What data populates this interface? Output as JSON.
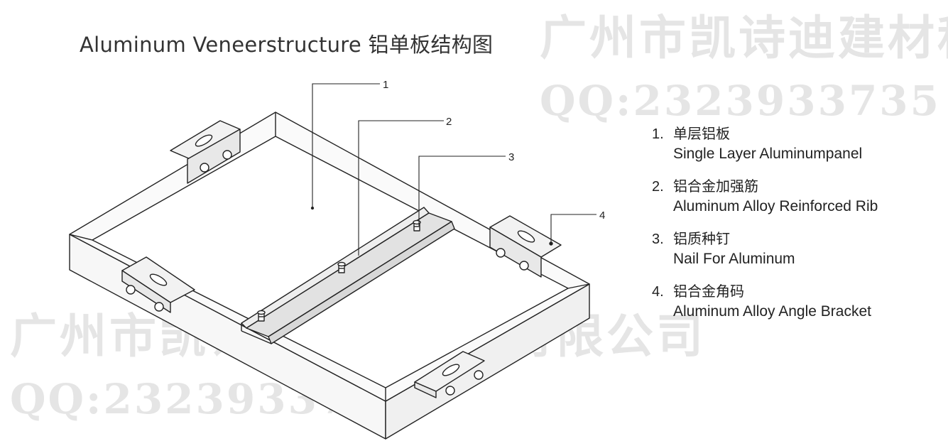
{
  "title": "Aluminum Veneerstructure 铝单板结构图",
  "watermarks": {
    "company": "广州市凯诗迪建材科技有限公司",
    "company_top": "广州市凯诗迪建材科",
    "qq": "QQ:2323933735"
  },
  "callouts": [
    "1",
    "2",
    "3",
    "4"
  ],
  "legend": [
    {
      "num": "1.",
      "cn": "单层铝板",
      "en": "Single Layer Aluminumpanel"
    },
    {
      "num": "2.",
      "cn": "铝合金加强筋",
      "en": "Aluminum Alloy Reinforced Rib"
    },
    {
      "num": "3.",
      "cn": "铝质种钉",
      "en": "Nail For Aluminum"
    },
    {
      "num": "4.",
      "cn": "铝合金角码",
      "en": "Aluminum Alloy Angle Bracket"
    }
  ]
}
